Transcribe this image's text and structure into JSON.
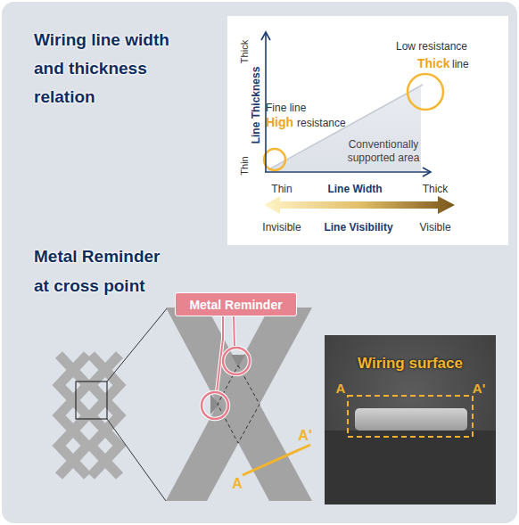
{
  "diagram": {
    "title": "Wiring line width and thickness relation",
    "nodes": [
      {
        "text": [
          "Metal Reminder"
        ]
      }
    ],
    "labels": [
      "Thick",
      "Line Thickness",
      "Thin",
      "Fine line",
      "High",
      "resistance",
      "Low resistance",
      "Thick",
      "line",
      "Conventionally supported area",
      "Thin",
      "Line Width",
      "Thick",
      "Invisible",
      "Line Visibility",
      "Visible",
      "Metal Reminder at cross point",
      "A",
      "A'",
      "Wiring surface",
      "A",
      "A'"
    ]
  }
}
